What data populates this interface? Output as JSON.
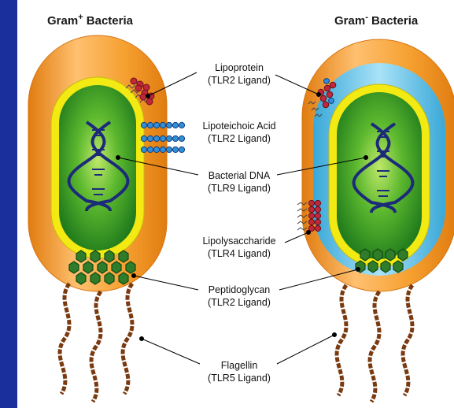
{
  "diagram": {
    "titles": {
      "gram_positive": {
        "prefix": "Gram",
        "sign": "+",
        "suffix": " Bacteria"
      },
      "gram_negative": {
        "prefix": "Gram",
        "sign": "-",
        "suffix": " Bacteria"
      }
    },
    "labels": [
      {
        "id": "lipoprotein",
        "name": "Lipoprotein",
        "ligand": "(TLR2 Ligand)"
      },
      {
        "id": "lipoteichoic",
        "name": "Lipoteichoic Acid",
        "ligand": "(TLR2 Ligand)"
      },
      {
        "id": "dna",
        "name": "Bacterial DNA",
        "ligand": "(TLR9 Ligand)"
      },
      {
        "id": "lps",
        "name": "Lipolysaccharide",
        "ligand": "(TLR4 Ligand)"
      },
      {
        "id": "peptidoglycan",
        "name": "Peptidoglycan",
        "ligand": "(TLR2 Ligand)"
      },
      {
        "id": "flagellin",
        "name": "Flagellin",
        "ligand": "(TLR5 Ligand)"
      }
    ],
    "colors": {
      "background": "#1a2f9c",
      "outer_wall": "#f39a1e",
      "periplasm": "#5bc3e8",
      "membrane": "#f2ea12",
      "cytoplasm": "#3ea32a",
      "dna": "#1c2a7a",
      "peptidoglycan": "#2f7d2a",
      "lipoprotein": "#c0283a",
      "lipoteichoic": "#2f8fd8",
      "flagella": "#7a3a10"
    }
  }
}
